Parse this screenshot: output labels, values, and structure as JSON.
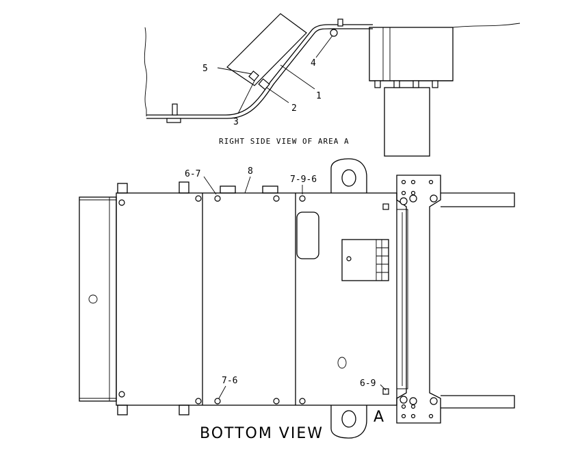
{
  "side_view": {
    "caption": "RIGHT SIDE VIEW OF AREA A",
    "callouts": [
      "1",
      "2",
      "3",
      "4",
      "5"
    ]
  },
  "bottom_view": {
    "caption": "BOTTOM VIEW",
    "area_label": "A",
    "callouts": {
      "c_6_7": "6-7",
      "c_8": "8",
      "c_7_9_6": "7-9-6",
      "c_7_6": "7-6",
      "c_6_9": "6-9"
    }
  }
}
